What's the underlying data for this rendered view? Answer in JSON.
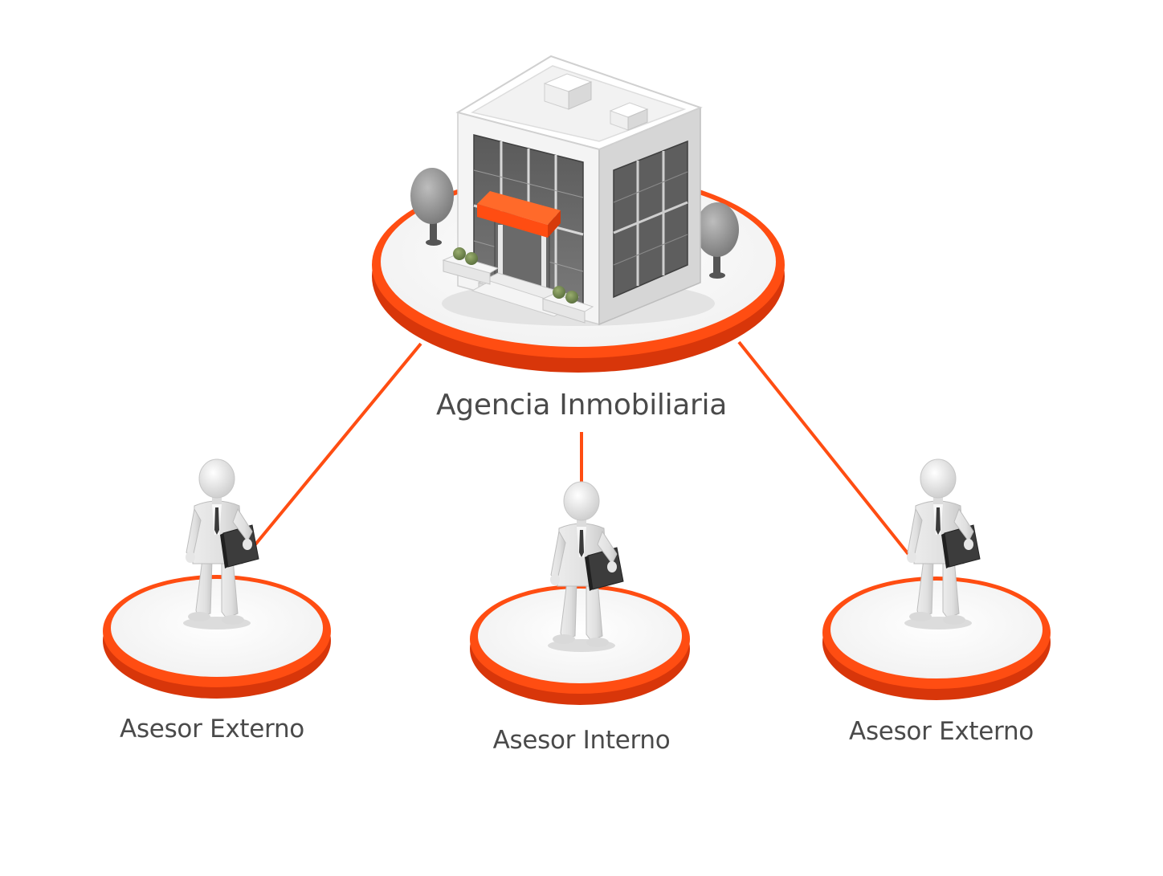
{
  "diagram": {
    "accent_color": "#ff4d12",
    "hub": {
      "label": "Agencia Inmobiliaria",
      "icon": "office-building-icon"
    },
    "nodes": [
      {
        "label": "Asesor Externo",
        "icon": "business-person-icon"
      },
      {
        "label": "Asesor Interno",
        "icon": "business-person-icon"
      },
      {
        "label": "Asesor Externo",
        "icon": "business-person-icon"
      }
    ]
  }
}
